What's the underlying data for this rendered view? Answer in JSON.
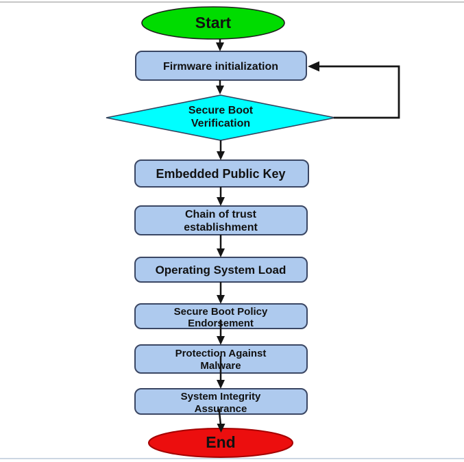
{
  "page": {
    "background_color": "#ffffff",
    "top_rule_color": "#c6c6c6",
    "bottom_rule_color": "#ccd6e2"
  },
  "flowchart": {
    "arrow_color": "#151515",
    "process_border_color": "#3a4663",
    "text_color": "#111111",
    "nodes": {
      "start": {
        "label": "Start",
        "shape": "ellipse",
        "fill": "#00dc00"
      },
      "firmware_initialization": {
        "label": "Firmware initialization",
        "shape": "rounded-rect",
        "fill": "#aecaee"
      },
      "secure_boot_verification": {
        "lines": [
          "Secure Boot",
          "Verification"
        ],
        "shape": "diamond",
        "fill": "#00ffff"
      },
      "embedded_public_key": {
        "label": "Embedded Public Key",
        "shape": "rounded-rect",
        "fill": "#aecaee"
      },
      "chain_of_trust_establishment": {
        "lines": [
          "Chain of trust",
          "establishment"
        ],
        "shape": "rounded-rect",
        "fill": "#aecaee"
      },
      "operating_system_load": {
        "label": "Operating System Load",
        "shape": "rounded-rect",
        "fill": "#aecaee"
      },
      "secure_boot_policy_endorsement": {
        "lines": [
          "Secure Boot Policy",
          "Endorsement"
        ],
        "shape": "rounded-rect",
        "fill": "#aecaee"
      },
      "protection_against_malware": {
        "lines": [
          "Protection Against",
          "Malware"
        ],
        "shape": "rounded-rect",
        "fill": "#aecaee"
      },
      "system_integrity_assurance": {
        "lines": [
          "System Integrity",
          "Assurance"
        ],
        "shape": "rounded-rect",
        "fill": "#aecaee"
      },
      "end": {
        "label": "End",
        "shape": "ellipse",
        "fill": "#ec0e0e",
        "border_color": "#a40000"
      }
    },
    "edges": [
      {
        "from": "start",
        "to": "firmware_initialization"
      },
      {
        "from": "firmware_initialization",
        "to": "secure_boot_verification"
      },
      {
        "from": "secure_boot_verification",
        "to": "firmware_initialization",
        "note": "loop back on right side"
      },
      {
        "from": "secure_boot_verification",
        "to": "embedded_public_key"
      },
      {
        "from": "embedded_public_key",
        "to": "chain_of_trust_establishment"
      },
      {
        "from": "chain_of_trust_establishment",
        "to": "operating_system_load"
      },
      {
        "from": "operating_system_load",
        "to": "secure_boot_policy_endorsement"
      },
      {
        "from": "secure_boot_policy_endorsement",
        "to": "protection_against_malware"
      },
      {
        "from": "protection_against_malware",
        "to": "system_integrity_assurance"
      },
      {
        "from": "system_integrity_assurance",
        "to": "end"
      }
    ]
  }
}
